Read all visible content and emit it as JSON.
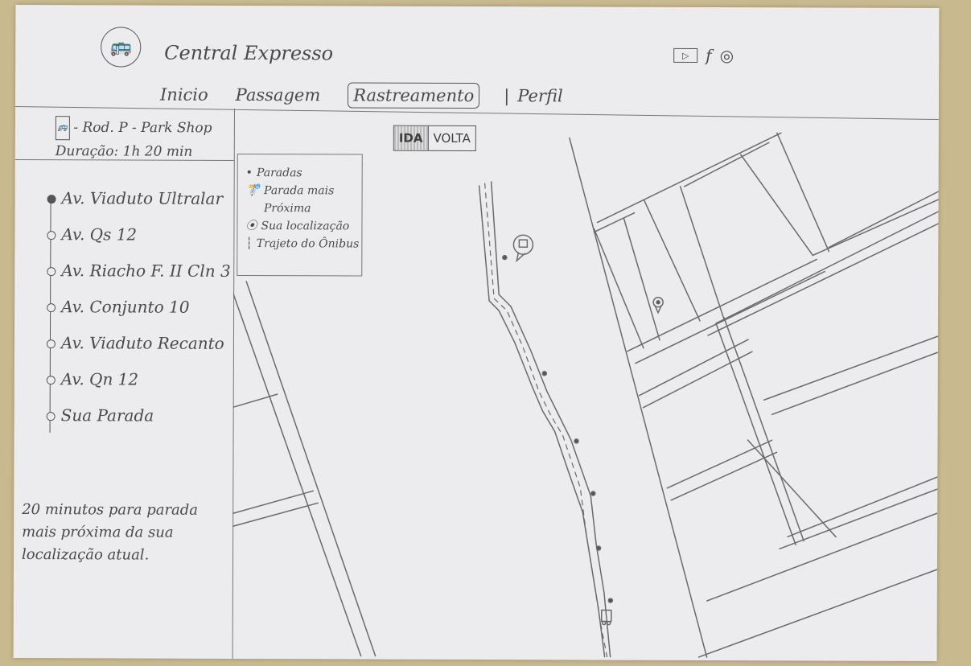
{
  "header": {
    "app_title": "Central Expresso",
    "logo_icon": "bus-icon",
    "social_icons": [
      "youtube-icon",
      "facebook-icon",
      "instagram-icon"
    ]
  },
  "nav": {
    "items": [
      {
        "label": "Inicio",
        "active": false
      },
      {
        "label": "Passagem",
        "active": false
      },
      {
        "label": "Rastreamento",
        "active": true
      },
      {
        "label": "Perfil",
        "active": false
      }
    ],
    "separator": "|"
  },
  "sidebar": {
    "route": "- Rod. P - Park Shop",
    "duration": "Duração: 1h 20 min",
    "stops": [
      {
        "label": "Av. Viaduto Ultralar",
        "current": true
      },
      {
        "label": "Av. Qs 12",
        "current": false
      },
      {
        "label": "Av. Riacho F. II Cln 3",
        "current": false
      },
      {
        "label": "Av. Conjunto 10",
        "current": false
      },
      {
        "label": "Av. Viaduto Recanto",
        "current": false
      },
      {
        "label": "Av. Qn 12",
        "current": false
      },
      {
        "label": "Sua Parada",
        "current": false
      }
    ],
    "note": "20 minutos para parada mais próxima da sua localização atual."
  },
  "map": {
    "tabs": {
      "ida": "IDA",
      "volta": "VOLTA",
      "active": "IDA"
    },
    "legend": {
      "paradas": "Paradas",
      "parada_mais_proxima": "Parada mais Próxima",
      "sua_localizacao": "Sua localização",
      "trajeto": "Trajeto do Ônibus"
    }
  }
}
